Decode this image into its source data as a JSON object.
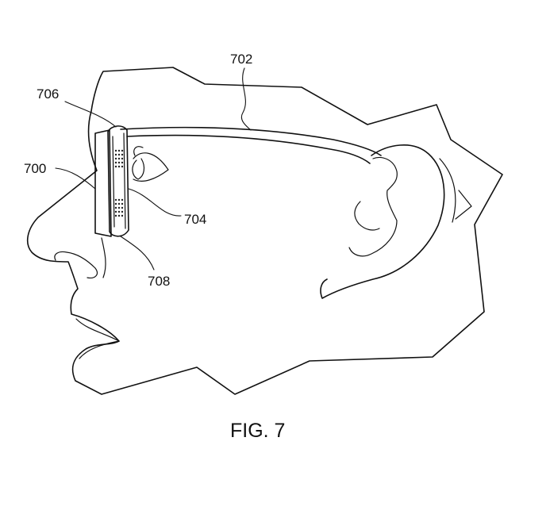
{
  "figure": {
    "caption": "FIG. 7",
    "reference_labels": {
      "frame": "702",
      "lens_top": "706",
      "device": "700",
      "display": "704",
      "lens_bottom": "708"
    }
  }
}
